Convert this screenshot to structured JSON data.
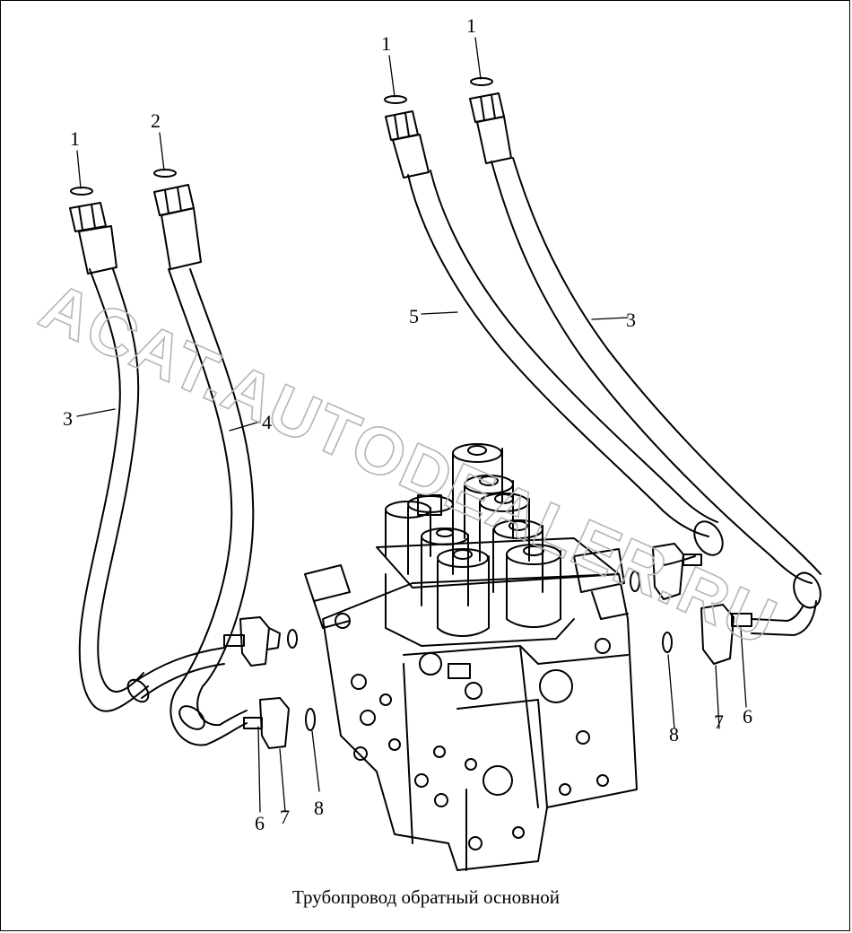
{
  "caption": "Трубопровод обратный основной",
  "watermark": "ACAT.AUTODEALER.RU",
  "callouts": [
    "1",
    "2",
    "1",
    "1",
    "5",
    "3",
    "3",
    "4",
    "6",
    "7",
    "8",
    "8",
    "7",
    "6"
  ],
  "colors": {
    "line": "#000000",
    "background": "#ffffff",
    "watermark": "#b5b5b5"
  }
}
